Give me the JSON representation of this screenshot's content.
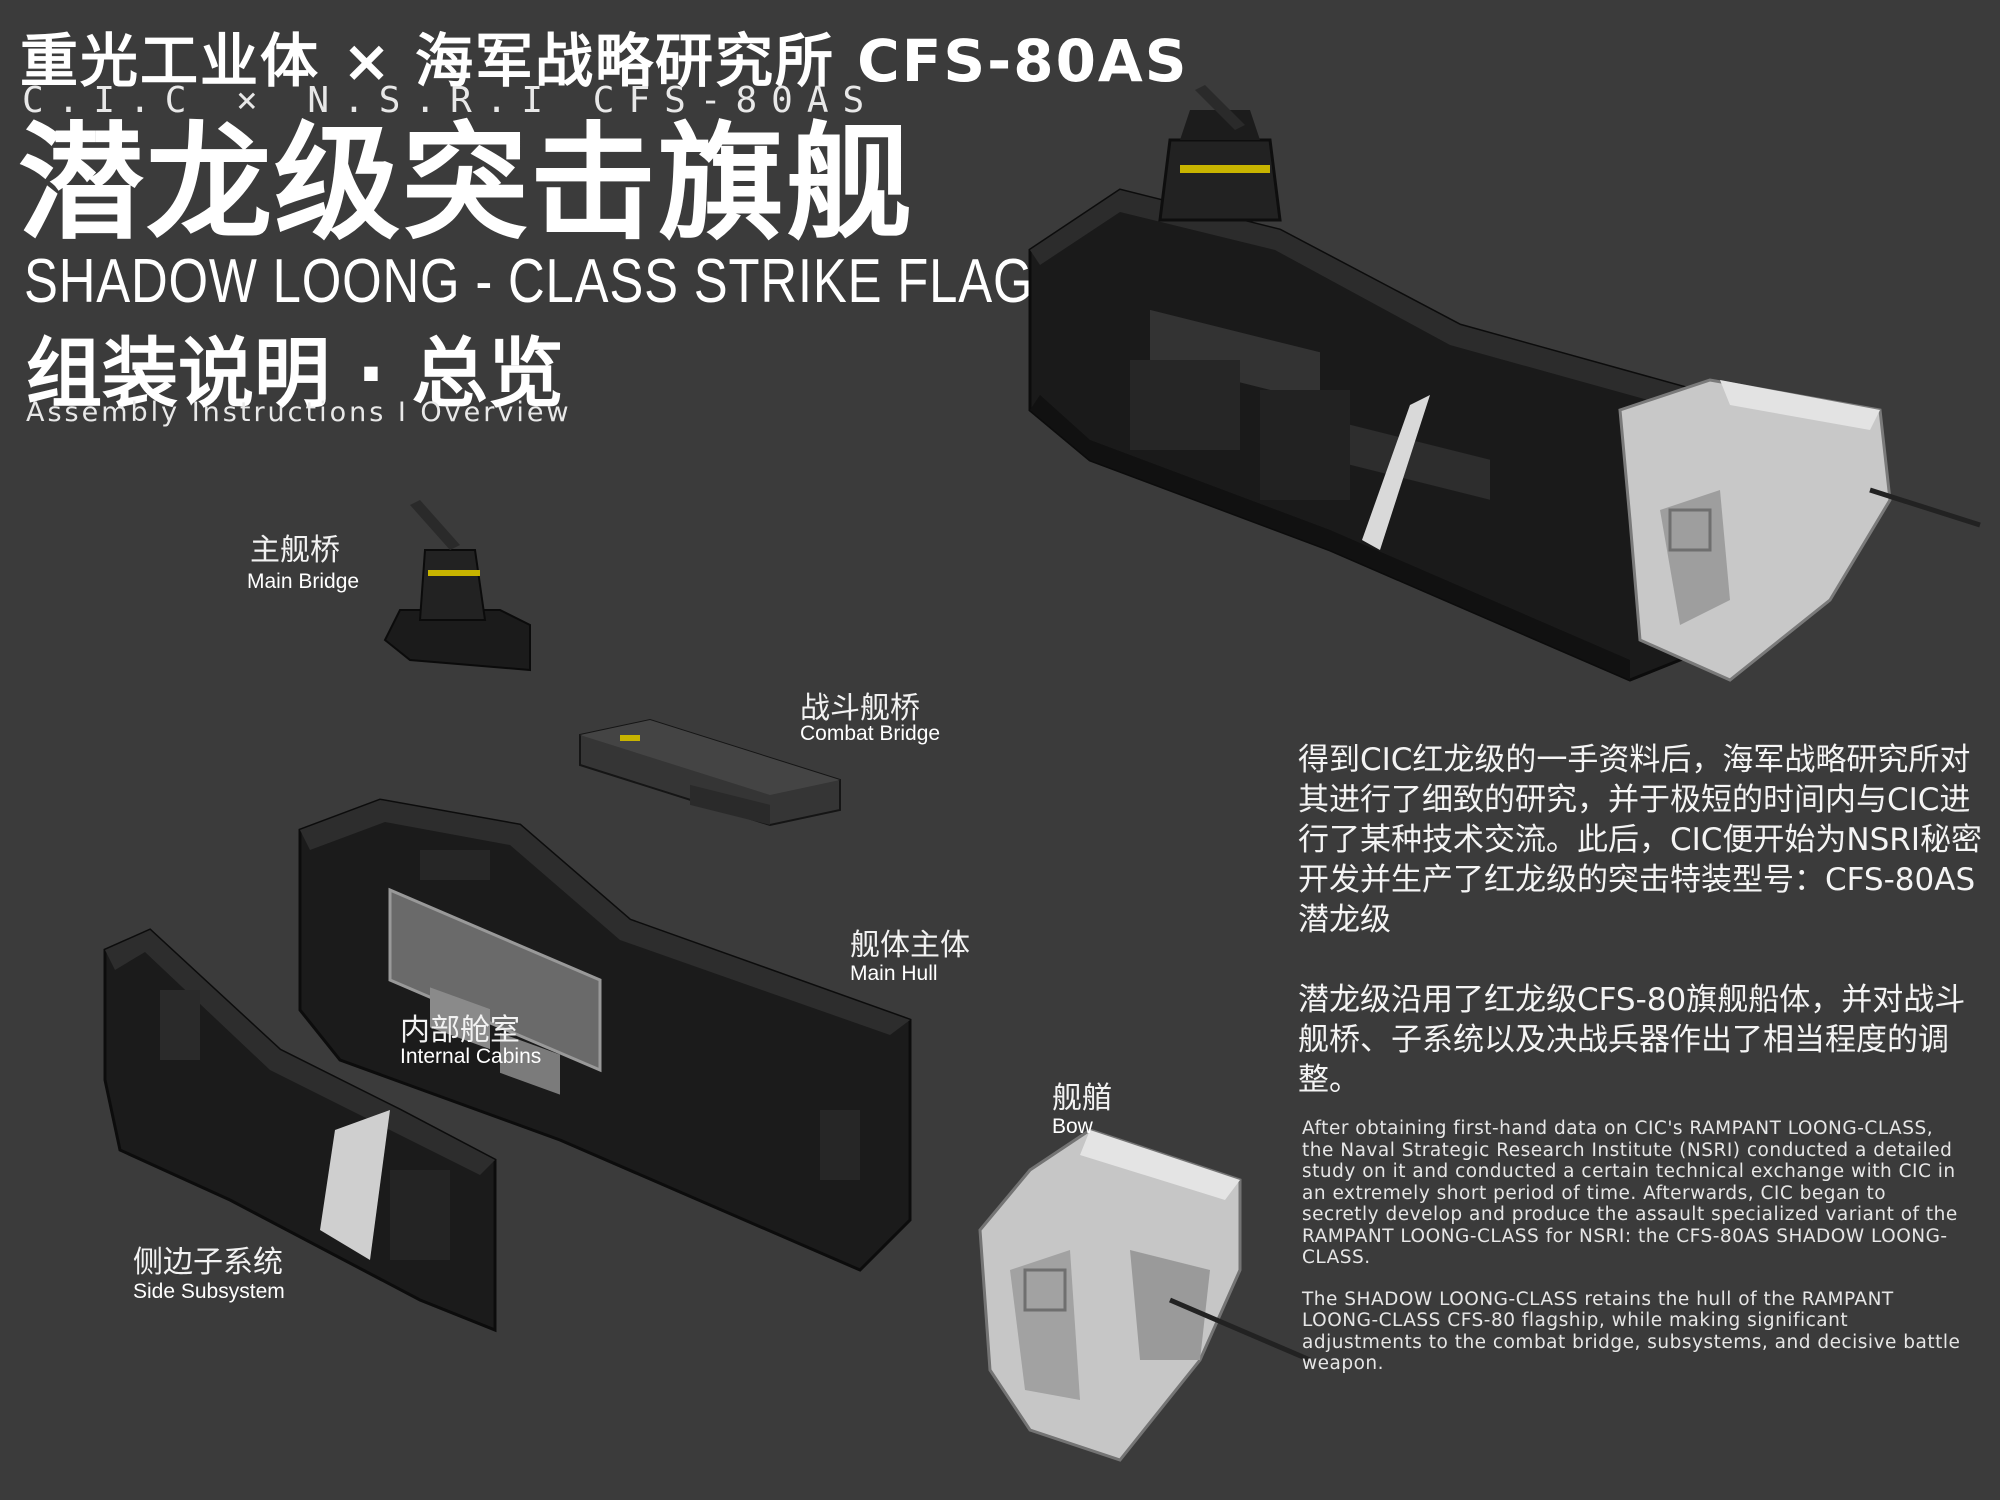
{
  "header": {
    "brand_line": "重光工业体 × 海军战略研究所 CFS-80AS",
    "brand_line_en": "C.I.C × N.S.R.I CFS-80AS",
    "title_cn": "潜龙级突击旗舰",
    "title_en": "SHADOW LOONG - CLASS STRIKE FLAGSHIP",
    "section_cn": "组装说明 · 总览",
    "section_en": "Assembly Instructions I Overview"
  },
  "parts": [
    {
      "cn": "主舰桥",
      "en": "Main Bridge"
    },
    {
      "cn": "战斗舰桥",
      "en": "Combat Bridge"
    },
    {
      "cn": "舰体主体",
      "en": "Main Hull"
    },
    {
      "cn": "内部舱室",
      "en": "Internal Cabins"
    },
    {
      "cn": "舰艏",
      "en": "Bow"
    },
    {
      "cn": "侧边子系统",
      "en": "Side Subsystem"
    }
  ],
  "description_cn": [
    "得到CIC红龙级的一手资料后，海军战略研究所对其进行了细致的研究，并于极短的时间内与CIC进行了某种技术交流。此后，CIC便开始为NSRI秘密开发并生产了红龙级的突击特装型号：CFS-80AS潜龙级",
    "潜龙级沿用了红龙级CFS-80旗舰船体，并对战斗舰桥、子系统以及决战兵器作出了相当程度的调整。"
  ],
  "description_en": [
    "After obtaining first-hand data on CIC's RAMPANT LOONG-CLASS, the Naval Strategic Research Institute (NSRI) conducted a detailed study on it and conducted a certain technical exchange with CIC in an extremely short period of time. Afterwards, CIC began to secretly develop and produce the assault specialized variant of the RAMPANT LOONG-CLASS for NSRI: the CFS-80AS SHADOW LOONG-CLASS.",
    "The SHADOW LOONG-CLASS retains the hull of the RAMPANT LOONG-CLASS CFS-80 flagship, while making significant adjustments to the combat bridge, subsystems, and decisive battle weapon."
  ],
  "colors": {
    "background": "#3b3b3b",
    "hull_dark": "#1c1c1c",
    "bow_light": "#c9c9c9",
    "accent_yellow": "#c8b400"
  }
}
